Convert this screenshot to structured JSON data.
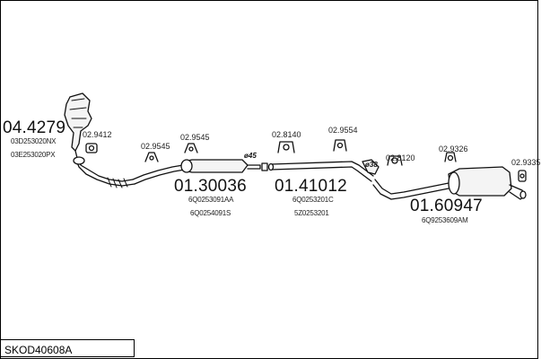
{
  "title": "SKOD40608A",
  "parts": [
    {
      "id": "04.4279",
      "codes": [
        "03D253020NX",
        "03E253020PX"
      ]
    },
    {
      "id": "01.30036",
      "codes": [
        "6Q0253091AA",
        "6Q0254091S"
      ]
    },
    {
      "id": "01.41012",
      "codes": [
        "6Q0253201C",
        "5Z0253201"
      ]
    },
    {
      "id": "01.60947",
      "codes": [
        "6Q9253609AM"
      ]
    }
  ],
  "accessories": [
    "02.9412",
    "02.9545",
    "02.9545",
    "02.8140",
    "02.9554",
    "02.8120",
    "02.9326",
    "02.9335"
  ],
  "diameters": [
    "ø45",
    "ø38"
  ]
}
